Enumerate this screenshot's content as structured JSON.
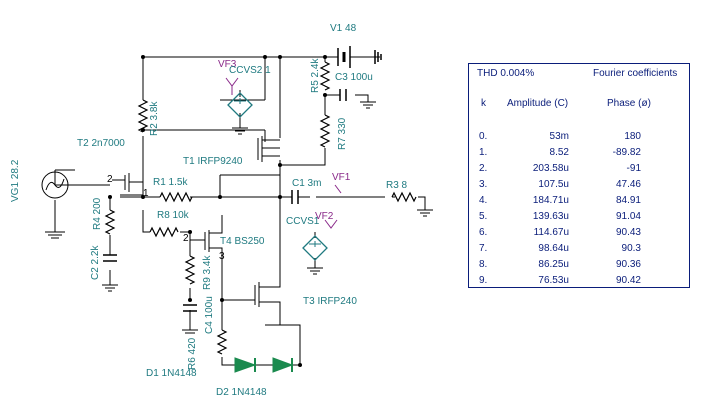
{
  "components": {
    "v1": "V1 48",
    "ccvs2": "CCVS2 1",
    "vf3": "VF3",
    "r5": "R5 2.4k",
    "c3": "C3 100u",
    "r2": "R2 3.8k",
    "t2": "T2 2n7000",
    "t1": "T1 IRFP9240",
    "r7": "R7 330",
    "vg1": "VG1 28.2",
    "r1": "R1 1.5k",
    "c1": "C1 3m",
    "vf1": "VF1",
    "r3": "R3 8",
    "r8": "R8 10k",
    "r4": "R4 200",
    "ccvs1": "CCVS1",
    "vf2": "VF2",
    "t4": "T4 BS250",
    "c2": "C2 2.2k",
    "r9": "R9 3.4k",
    "t3": "T3 IRFP240",
    "c4": "C4 100u",
    "r6": "R6 420",
    "d1": "D1 1N4148",
    "d2": "D2 1N4148",
    "pin2a": "2",
    "pin1a": "1",
    "pin2b": "2",
    "pin3": "3"
  },
  "fourier": {
    "thd": "THD 0.004%",
    "title": "Fourier coefficients",
    "col_k": "k",
    "col_amp": "Amplitude (C)",
    "col_phase": "Phase (ø)",
    "rows": [
      {
        "k": "0.",
        "amp": "53m",
        "phase": "180"
      },
      {
        "k": "1.",
        "amp": "8.52",
        "phase": "-89.82"
      },
      {
        "k": "2.",
        "amp": "203.58u",
        "phase": "-91"
      },
      {
        "k": "3.",
        "amp": "107.5u",
        "phase": "47.46"
      },
      {
        "k": "4.",
        "amp": "184.71u",
        "phase": "84.91"
      },
      {
        "k": "5.",
        "amp": "139.63u",
        "phase": "91.04"
      },
      {
        "k": "6.",
        "amp": "114.67u",
        "phase": "90.43"
      },
      {
        "k": "7.",
        "amp": "98.64u",
        "phase": "90.3"
      },
      {
        "k": "8.",
        "amp": "86.25u",
        "phase": "90.36"
      },
      {
        "k": "9.",
        "amp": "76.53u",
        "phase": "90.42"
      }
    ]
  }
}
